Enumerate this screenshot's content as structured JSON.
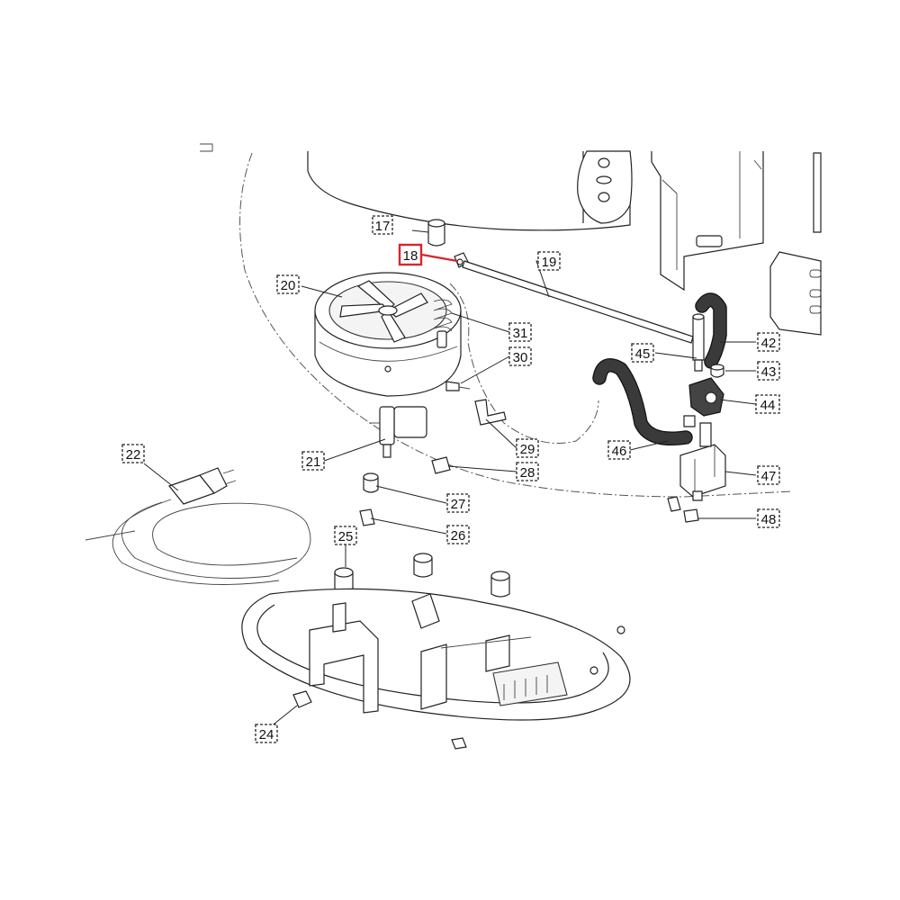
{
  "callouts": [
    {
      "id": "17",
      "label": "17"
    },
    {
      "id": "18",
      "label": "18",
      "highlighted": true
    },
    {
      "id": "19",
      "label": "19"
    },
    {
      "id": "20",
      "label": "20"
    },
    {
      "id": "21",
      "label": "21"
    },
    {
      "id": "22",
      "label": "22"
    },
    {
      "id": "24",
      "label": "24"
    },
    {
      "id": "25",
      "label": "25"
    },
    {
      "id": "26",
      "label": "26"
    },
    {
      "id": "27",
      "label": "27"
    },
    {
      "id": "28",
      "label": "28"
    },
    {
      "id": "29",
      "label": "29"
    },
    {
      "id": "30",
      "label": "30"
    },
    {
      "id": "31",
      "label": "31"
    },
    {
      "id": "42",
      "label": "42"
    },
    {
      "id": "43",
      "label": "43"
    },
    {
      "id": "44",
      "label": "44"
    },
    {
      "id": "45",
      "label": "45"
    },
    {
      "id": "46",
      "label": "46"
    },
    {
      "id": "47",
      "label": "47"
    },
    {
      "id": "48",
      "label": "48"
    }
  ],
  "colors": {
    "highlight": "#d9252b",
    "line": "#222222",
    "hose": "#3a3a3a"
  }
}
